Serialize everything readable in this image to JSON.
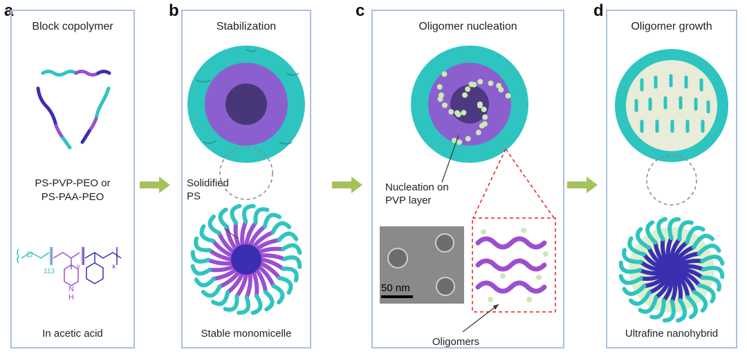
{
  "panels": {
    "a": {
      "letter": "a",
      "title": "Block copolymer",
      "label1": "PS-PVP-PEO or",
      "label2": "PS-PAA-PEO",
      "bottom": "In acetic acid",
      "formula": {
        "o": "O",
        "n113": "113",
        "y": "y",
        "x": "x",
        "nh": "N",
        "h": "H"
      }
    },
    "b": {
      "letter": "b",
      "title": "Stabilization",
      "annot1": "Solidified",
      "annot2": "PS",
      "bottom": "Stable monomicelle"
    },
    "c": {
      "letter": "c",
      "title": "Oligomer nucleation",
      "annot1": "Nucleation on",
      "annot2": "PVP layer",
      "scale": "50 nm",
      "bottom": "Oligomers"
    },
    "d": {
      "letter": "d",
      "title": "Oligomer growth",
      "bottom": "Ultrafine nanohybrid"
    }
  },
  "colors": {
    "teal": "#2ec4c0",
    "purple": "#9b4fd0",
    "indigo": "#3a2fb0",
    "border": "#aabfe0",
    "arrow": "#a5c25a",
    "red": "#e02020",
    "dot": "#cde8b0"
  }
}
